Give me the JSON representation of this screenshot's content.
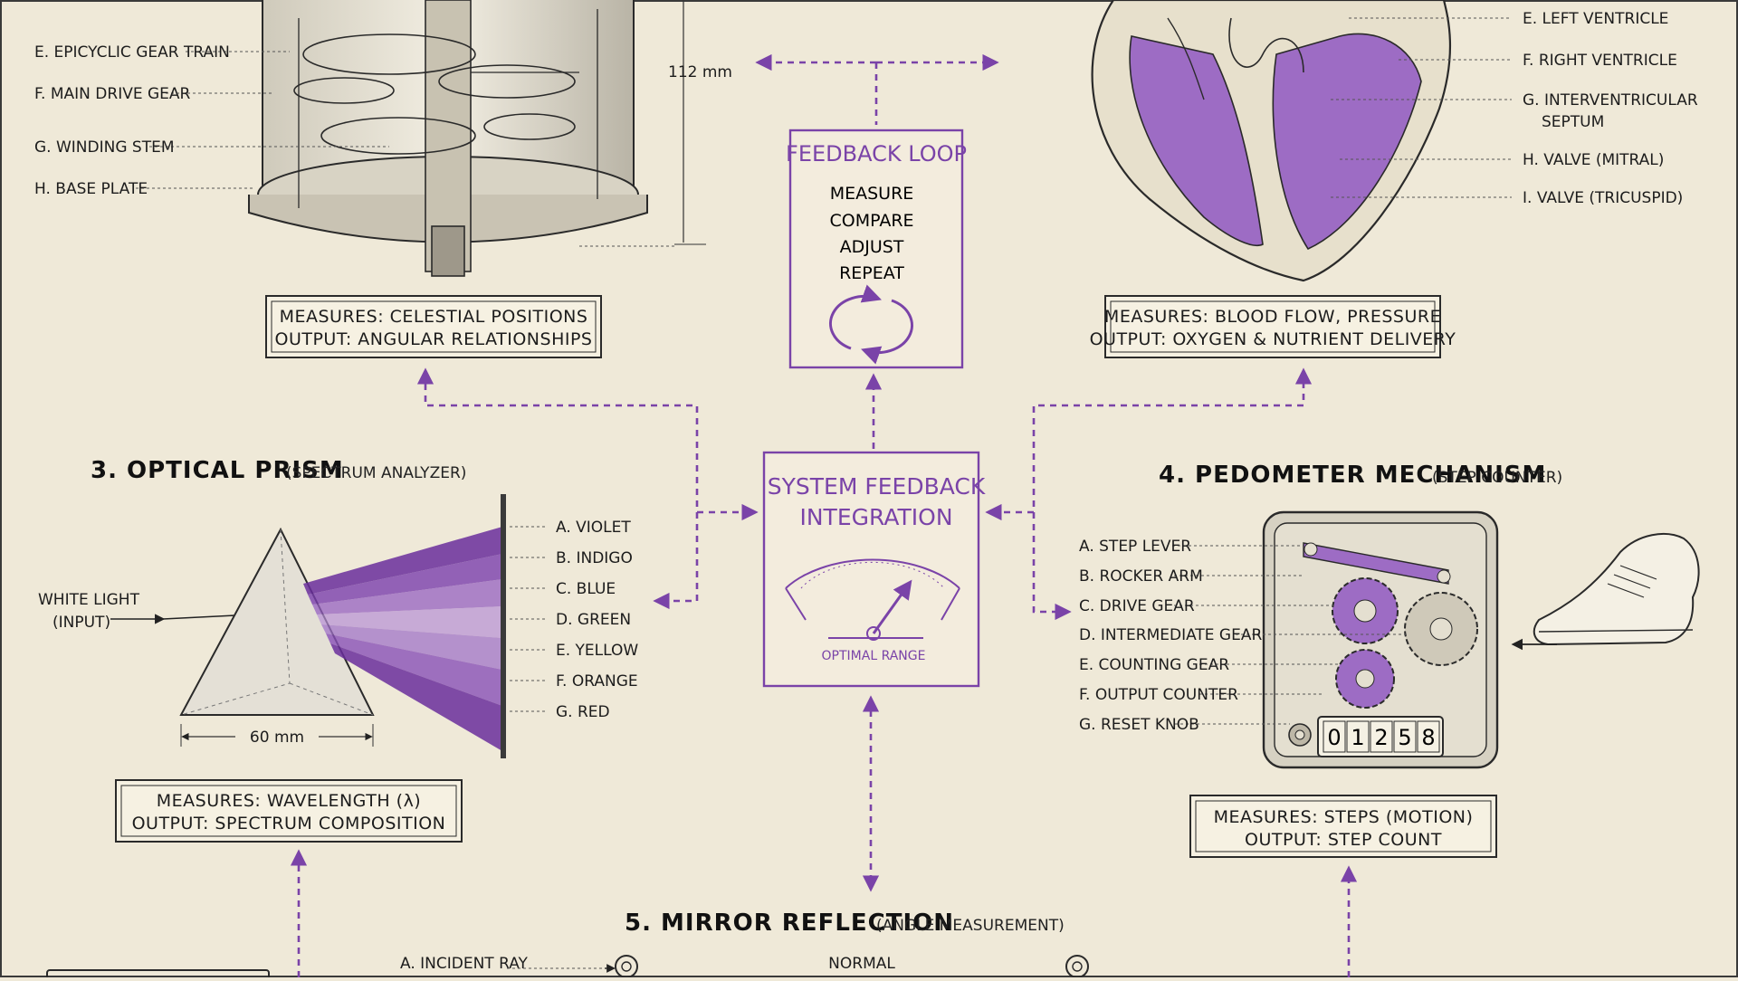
{
  "top_left": {
    "labels": [
      "E. EPICYCLIC GEAR TRAIN",
      "F. MAIN DRIVE GEAR",
      "G. WINDING STEM",
      "H. BASE PLATE"
    ],
    "dimension": "112 mm",
    "measures": "MEASURES:  CELESTIAL  POSITIONS",
    "output": "OUTPUT:  ANGULAR RELATIONSHIPS"
  },
  "top_right": {
    "labels": [
      "E. LEFT VENTRICLE",
      "F. RIGHT VENTRICLE",
      "G. INTERVENTRICULAR",
      "SEPTUM",
      "H. VALVE (MITRAL)",
      "I. VALVE (TRICUSPID)"
    ],
    "measures": "MEASURES:  BLOOD FLOW, PRESSURE",
    "output": "OUTPUT:  OXYGEN & NUTRIENT DELIVERY"
  },
  "feedback_loop": {
    "title": "FEEDBACK LOOP",
    "steps": [
      "MEASURE",
      "COMPARE",
      "ADJUST",
      "REPEAT"
    ]
  },
  "integration": {
    "title_line1": "SYSTEM FEEDBACK",
    "title_line2": "INTEGRATION",
    "gauge_label": "OPTIMAL RANGE"
  },
  "prism": {
    "title": "3.  OPTICAL  PRISM",
    "subtitle": "(SPECTRUM ANALYZER)",
    "input_line1": "WHITE LIGHT",
    "input_line2": "(INPUT)",
    "spectrum": [
      "A. VIOLET",
      "B. INDIGO",
      "C. BLUE",
      "D. GREEN",
      "E. YELLOW",
      "F. ORANGE",
      "G. RED"
    ],
    "dimension": "60 mm",
    "measures": "MEASURES:  WAVELENGTH (λ)",
    "output": "OUTPUT:  SPECTRUM COMPOSITION"
  },
  "pedometer": {
    "title": "4. PEDOMETER MECHANISM",
    "subtitle": "(STEP COUNTER)",
    "labels": [
      "A. STEP LEVER",
      "B. ROCKER ARM",
      "C. DRIVE GEAR",
      "D. INTERMEDIATE GEAR",
      "E. COUNTING GEAR",
      "F. OUTPUT COUNTER",
      "G. RESET KNOB"
    ],
    "counter_digits": [
      "0",
      "1",
      "2",
      "5",
      "8"
    ],
    "measures": "MEASURES:  STEPS (MOTION)",
    "output": "OUTPUT:  STEP COUNT"
  },
  "mirror": {
    "title": "5.  MIRROR  REFLECTION",
    "subtitle": "(ANGLE MEASUREMENT)",
    "incident": "A.  INCIDENT RAY",
    "normal": "NORMAL"
  },
  "colors": {
    "accent": "#7a43a8",
    "paper": "#efe9d8",
    "ink": "#1c1c1c"
  }
}
